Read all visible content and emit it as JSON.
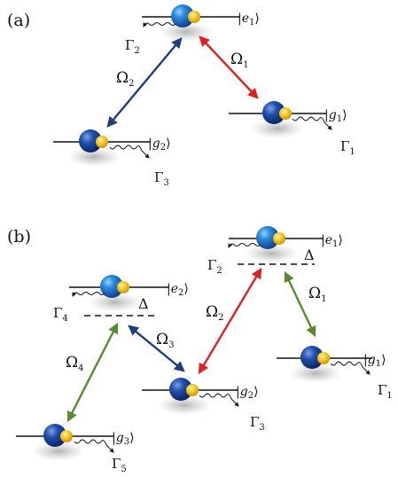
{
  "panel_a": {
    "label": "(a)",
    "states": {
      "e1": "e",
      "e1_sub": "1",
      "g1": "g",
      "g1_sub": "1",
      "g2": "g",
      "g2_sub": "2"
    },
    "couplings": [
      {
        "symbol": "Ω",
        "sub": "1",
        "color": "#e02020"
      },
      {
        "symbol": "Ω",
        "sub": "2",
        "color": "#1f3f7a"
      }
    ],
    "decays": [
      {
        "symbol": "Γ",
        "sub": "1"
      },
      {
        "symbol": "Γ",
        "sub": "2"
      },
      {
        "symbol": "Γ",
        "sub": "3"
      }
    ]
  },
  "panel_b": {
    "label": "(b)",
    "states": {
      "e1": "e",
      "e1_sub": "1",
      "e2": "e",
      "e2_sub": "2",
      "g1": "g",
      "g1_sub": "1",
      "g2": "g",
      "g2_sub": "2",
      "g3": "g",
      "g3_sub": "3"
    },
    "detuning": "Δ",
    "couplings": [
      {
        "symbol": "Ω",
        "sub": "1",
        "color": "#5a8a32"
      },
      {
        "symbol": "Ω",
        "sub": "2",
        "color": "#e02020"
      },
      {
        "symbol": "Ω",
        "sub": "3",
        "color": "#1f3f7a"
      },
      {
        "symbol": "Ω",
        "sub": "4",
        "color": "#5a8a32"
      }
    ],
    "decays": [
      {
        "symbol": "Γ",
        "sub": "1"
      },
      {
        "symbol": "Γ",
        "sub": "2"
      },
      {
        "symbol": "Γ",
        "sub": "3"
      },
      {
        "symbol": "Γ",
        "sub": "4"
      },
      {
        "symbol": "Γ",
        "sub": "5"
      }
    ]
  },
  "colors": {
    "electron_blue": "#1d7fd6",
    "nucleus_yellow": "#f3c21a",
    "arrow_red": "#e02020",
    "arrow_navy": "#1f3f7a",
    "arrow_green": "#5a8a32"
  }
}
